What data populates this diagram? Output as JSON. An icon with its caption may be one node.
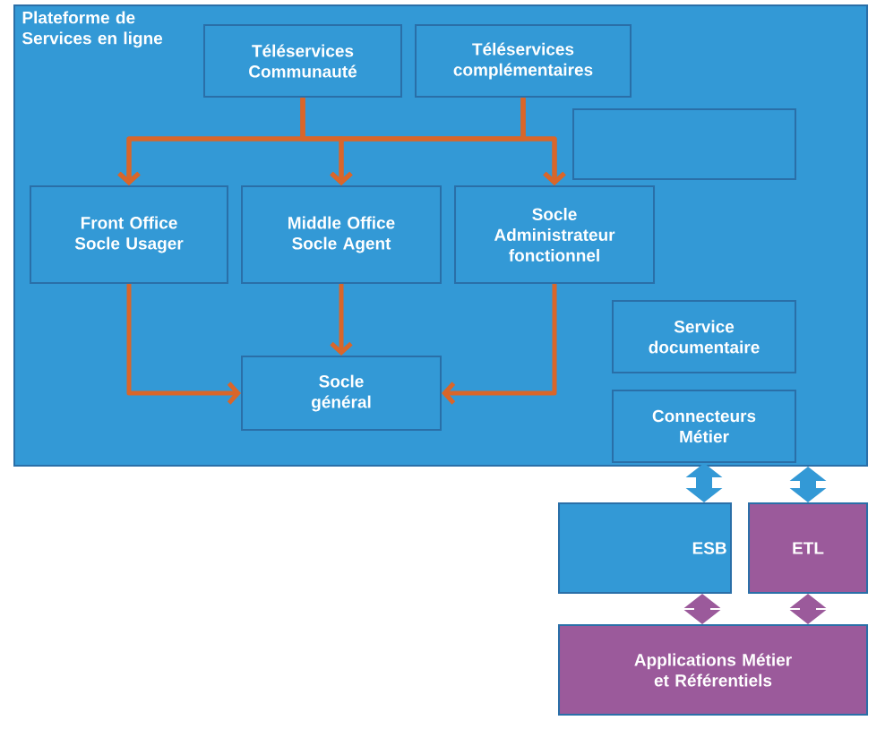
{
  "diagram": {
    "nodes": [
      {
        "text": [
          "Plateforme de Services en ligne"
        ]
      },
      {
        "text": [
          "Téléservices Communauté"
        ],
        "in": 0
      },
      {
        "text": [
          "Téléservices complémentaires"
        ],
        "in": 0
      },
      {
        "text": [],
        "shape": "box",
        "in": 0
      },
      {
        "text": [
          "Front Office Socle Usager"
        ],
        "in": 0
      },
      {
        "text": [
          "Middle Office Socle Agent"
        ],
        "in": 0
      },
      {
        "text": [
          "Socle Administrateur fonctionnel"
        ],
        "in": 0
      },
      {
        "text": [
          "Service documentaire"
        ],
        "in": 0
      },
      {
        "text": [
          "Connecteurs Métier"
        ],
        "in": 0
      },
      {
        "text": [
          "Socle général"
        ],
        "in": 0
      },
      {
        "text": [
          "ESB"
        ]
      },
      {
        "text": [
          "ETL"
        ]
      },
      {
        "text": [
          "Applications Métier et Référentiels"
        ]
      }
    ],
    "edges": [
      {
        "from": 1,
        "to": 4,
        "arrow": "to"
      },
      {
        "from": 1,
        "to": 5,
        "arrow": "to"
      },
      {
        "from": 1,
        "to": 6,
        "arrow": "to"
      },
      {
        "from": 2,
        "to": 4,
        "arrow": "to"
      },
      {
        "from": 2,
        "to": 5,
        "arrow": "to"
      },
      {
        "from": 2,
        "to": 6,
        "arrow": "to"
      },
      {
        "from": 4,
        "to": 9,
        "arrow": "to"
      },
      {
        "from": 5,
        "to": 9,
        "arrow": "to"
      },
      {
        "from": 6,
        "to": 9,
        "arrow": "to"
      },
      {
        "from": 8,
        "to": 10,
        "arrow": "both",
        "style": "thick",
        "color": "#3399d6"
      },
      {
        "from": 0,
        "to": 11,
        "arrow": "both",
        "style": "thick",
        "color": "#3399d6"
      },
      {
        "from": 10,
        "to": 12,
        "arrow": "both",
        "style": "thick",
        "color": "#9b5a9b"
      },
      {
        "from": 11,
        "to": 12,
        "arrow": "both",
        "style": "thick",
        "color": "#9b5a9b"
      }
    ]
  }
}
